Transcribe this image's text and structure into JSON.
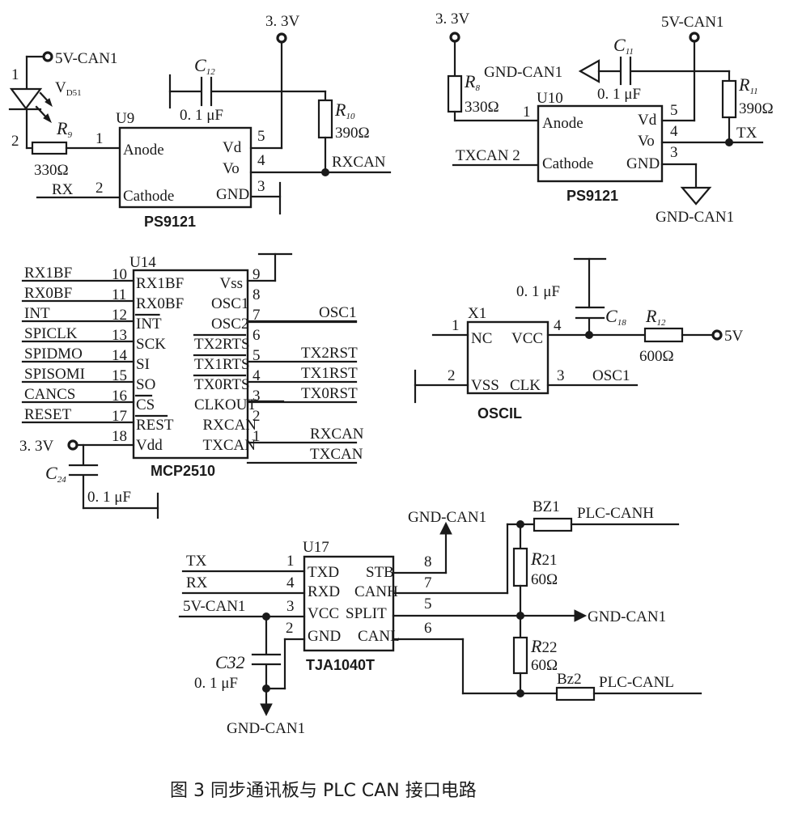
{
  "figure": {
    "caption": "图 3   同步通讯板与 PLC CAN 接口电路",
    "colors": {
      "ink": "#1a1a1a",
      "background": "#ffffff"
    }
  },
  "u9": {
    "ref": "U9",
    "part": "PS9121",
    "pins": [
      {
        "num": "1",
        "name": "Anode"
      },
      {
        "num": "2",
        "name": "Cathode"
      },
      {
        "num": "5",
        "name": "Vd"
      },
      {
        "num": "4",
        "name": "Vo"
      },
      {
        "num": "3",
        "name": "GND"
      }
    ],
    "led_ref": "V",
    "led_sub": "D51",
    "led_pin1": "1",
    "led_pin2": "2",
    "supply_led": "5V-CAN1",
    "r_ref": "R",
    "r_sub": "9",
    "r_value": "330Ω",
    "net_in": "RX",
    "supply_vd": "3. 3V",
    "c_ref": "C",
    "c_sub": "12",
    "c_value": "0. 1 μF",
    "r2_ref": "R",
    "r2_sub": "10",
    "r2_value": "390Ω",
    "net_out": "RXCAN"
  },
  "u10": {
    "ref": "U10",
    "part": "PS9121",
    "pins": [
      {
        "num": "1",
        "name": "Anode"
      },
      {
        "num": "2",
        "name": "Cathode"
      },
      {
        "num": "5",
        "name": "Vd"
      },
      {
        "num": "4",
        "name": "Vo"
      },
      {
        "num": "3",
        "name": "GND"
      }
    ],
    "supply_anode": "3. 3V",
    "r_ref": "R",
    "r_sub": "8",
    "r_value": "330Ω",
    "net_in": "TXCAN",
    "supply_vd": "5V-CAN1",
    "c_ref": "C",
    "c_sub": "11",
    "c_value": "0. 1 μF",
    "c_gnd": "GND-CAN1",
    "r2_ref": "R",
    "r2_sub": "11",
    "r2_value": "390Ω",
    "net_out": "TX",
    "gnd": "GND-CAN1"
  },
  "u14": {
    "ref": "U14",
    "part": "MCP2510",
    "left_pins": [
      {
        "num": "10",
        "name": "RX1BF",
        "net": "RX1BF",
        "bar": false
      },
      {
        "num": "11",
        "name": "RX0BF",
        "net": "RX0BF",
        "bar": false
      },
      {
        "num": "12",
        "name": "INT",
        "net": "INT",
        "bar": true
      },
      {
        "num": "13",
        "name": "SCK",
        "net": "SPICLK",
        "bar": false
      },
      {
        "num": "14",
        "name": "SI",
        "net": "SPIDMO",
        "bar": false
      },
      {
        "num": "15",
        "name": "SO",
        "net": "SPISOMI",
        "bar": false
      },
      {
        "num": "16",
        "name": "CS",
        "net": "CANCS",
        "bar": true
      },
      {
        "num": "17",
        "name": "REST",
        "net": "RESET",
        "bar": true
      },
      {
        "num": "18",
        "name": "Vdd",
        "net": "",
        "bar": false
      }
    ],
    "right_pins": [
      {
        "num": "9",
        "name": "Vss",
        "net": "",
        "bar": false
      },
      {
        "num": "8",
        "name": "OSC1",
        "net": "OSC1",
        "bar": false
      },
      {
        "num": "7",
        "name": "OSC2",
        "net": "",
        "bar": false
      },
      {
        "num": "6",
        "name": "TX2RTS",
        "net": "TX2RST",
        "bar": true
      },
      {
        "num": "5",
        "name": "TX1RTS",
        "net": "TX1RST",
        "bar": true
      },
      {
        "num": "4",
        "name": "TX0RTS",
        "net": "TX0RST",
        "bar": true
      },
      {
        "num": "3",
        "name": "CLKOUT",
        "net": "",
        "bar": false
      },
      {
        "num": "2",
        "name": "RXCAN",
        "net": "RXCAN",
        "bar": false
      },
      {
        "num": "1",
        "name": "TXCAN",
        "net": "TXCAN",
        "bar": false
      }
    ],
    "supply": "3. 3V",
    "c_ref": "C",
    "c_sub": "24",
    "c_value": "0. 1 μF"
  },
  "x1": {
    "ref": "X1",
    "part": "OSCIL",
    "pins": [
      {
        "num": "1",
        "name": "NC"
      },
      {
        "num": "2",
        "name": "VSS"
      },
      {
        "num": "4",
        "name": "VCC"
      },
      {
        "num": "3",
        "name": "CLK"
      }
    ],
    "c_ref": "C",
    "c_sub": "18",
    "c_value": "0. 1 μF",
    "r_ref": "R",
    "r_sub": "12",
    "r_value": "600Ω",
    "supply": "5V",
    "net_out": "OSC1"
  },
  "u17": {
    "ref": "U17",
    "part": "TJA1040T",
    "left_pins": [
      {
        "num": "1",
        "name": "TXD",
        "net": "TX"
      },
      {
        "num": "4",
        "name": "RXD",
        "net": "RX"
      },
      {
        "num": "3",
        "name": "VCC",
        "net": "5V-CAN1"
      },
      {
        "num": "2",
        "name": "GND",
        "net": ""
      }
    ],
    "right_pins": [
      {
        "num": "8",
        "name": "STB"
      },
      {
        "num": "7",
        "name": "CANH"
      },
      {
        "num": "5",
        "name": "SPLIT"
      },
      {
        "num": "6",
        "name": "CANL"
      }
    ],
    "stb_net": "GND-CAN1",
    "split_net": "GND-CAN1",
    "c_ref": "C32",
    "c_value": "0. 1 μF",
    "c_gnd": "GND-CAN1",
    "bz1": "BZ1",
    "canh_out": "PLC-CANH",
    "bz2": "Bz2",
    "canl_out": "PLC-CANL",
    "r21_ref": "R",
    "r21_num": "21",
    "r21_value": "60Ω",
    "r22_ref": "R",
    "r22_num": "22",
    "r22_value": "60Ω"
  }
}
